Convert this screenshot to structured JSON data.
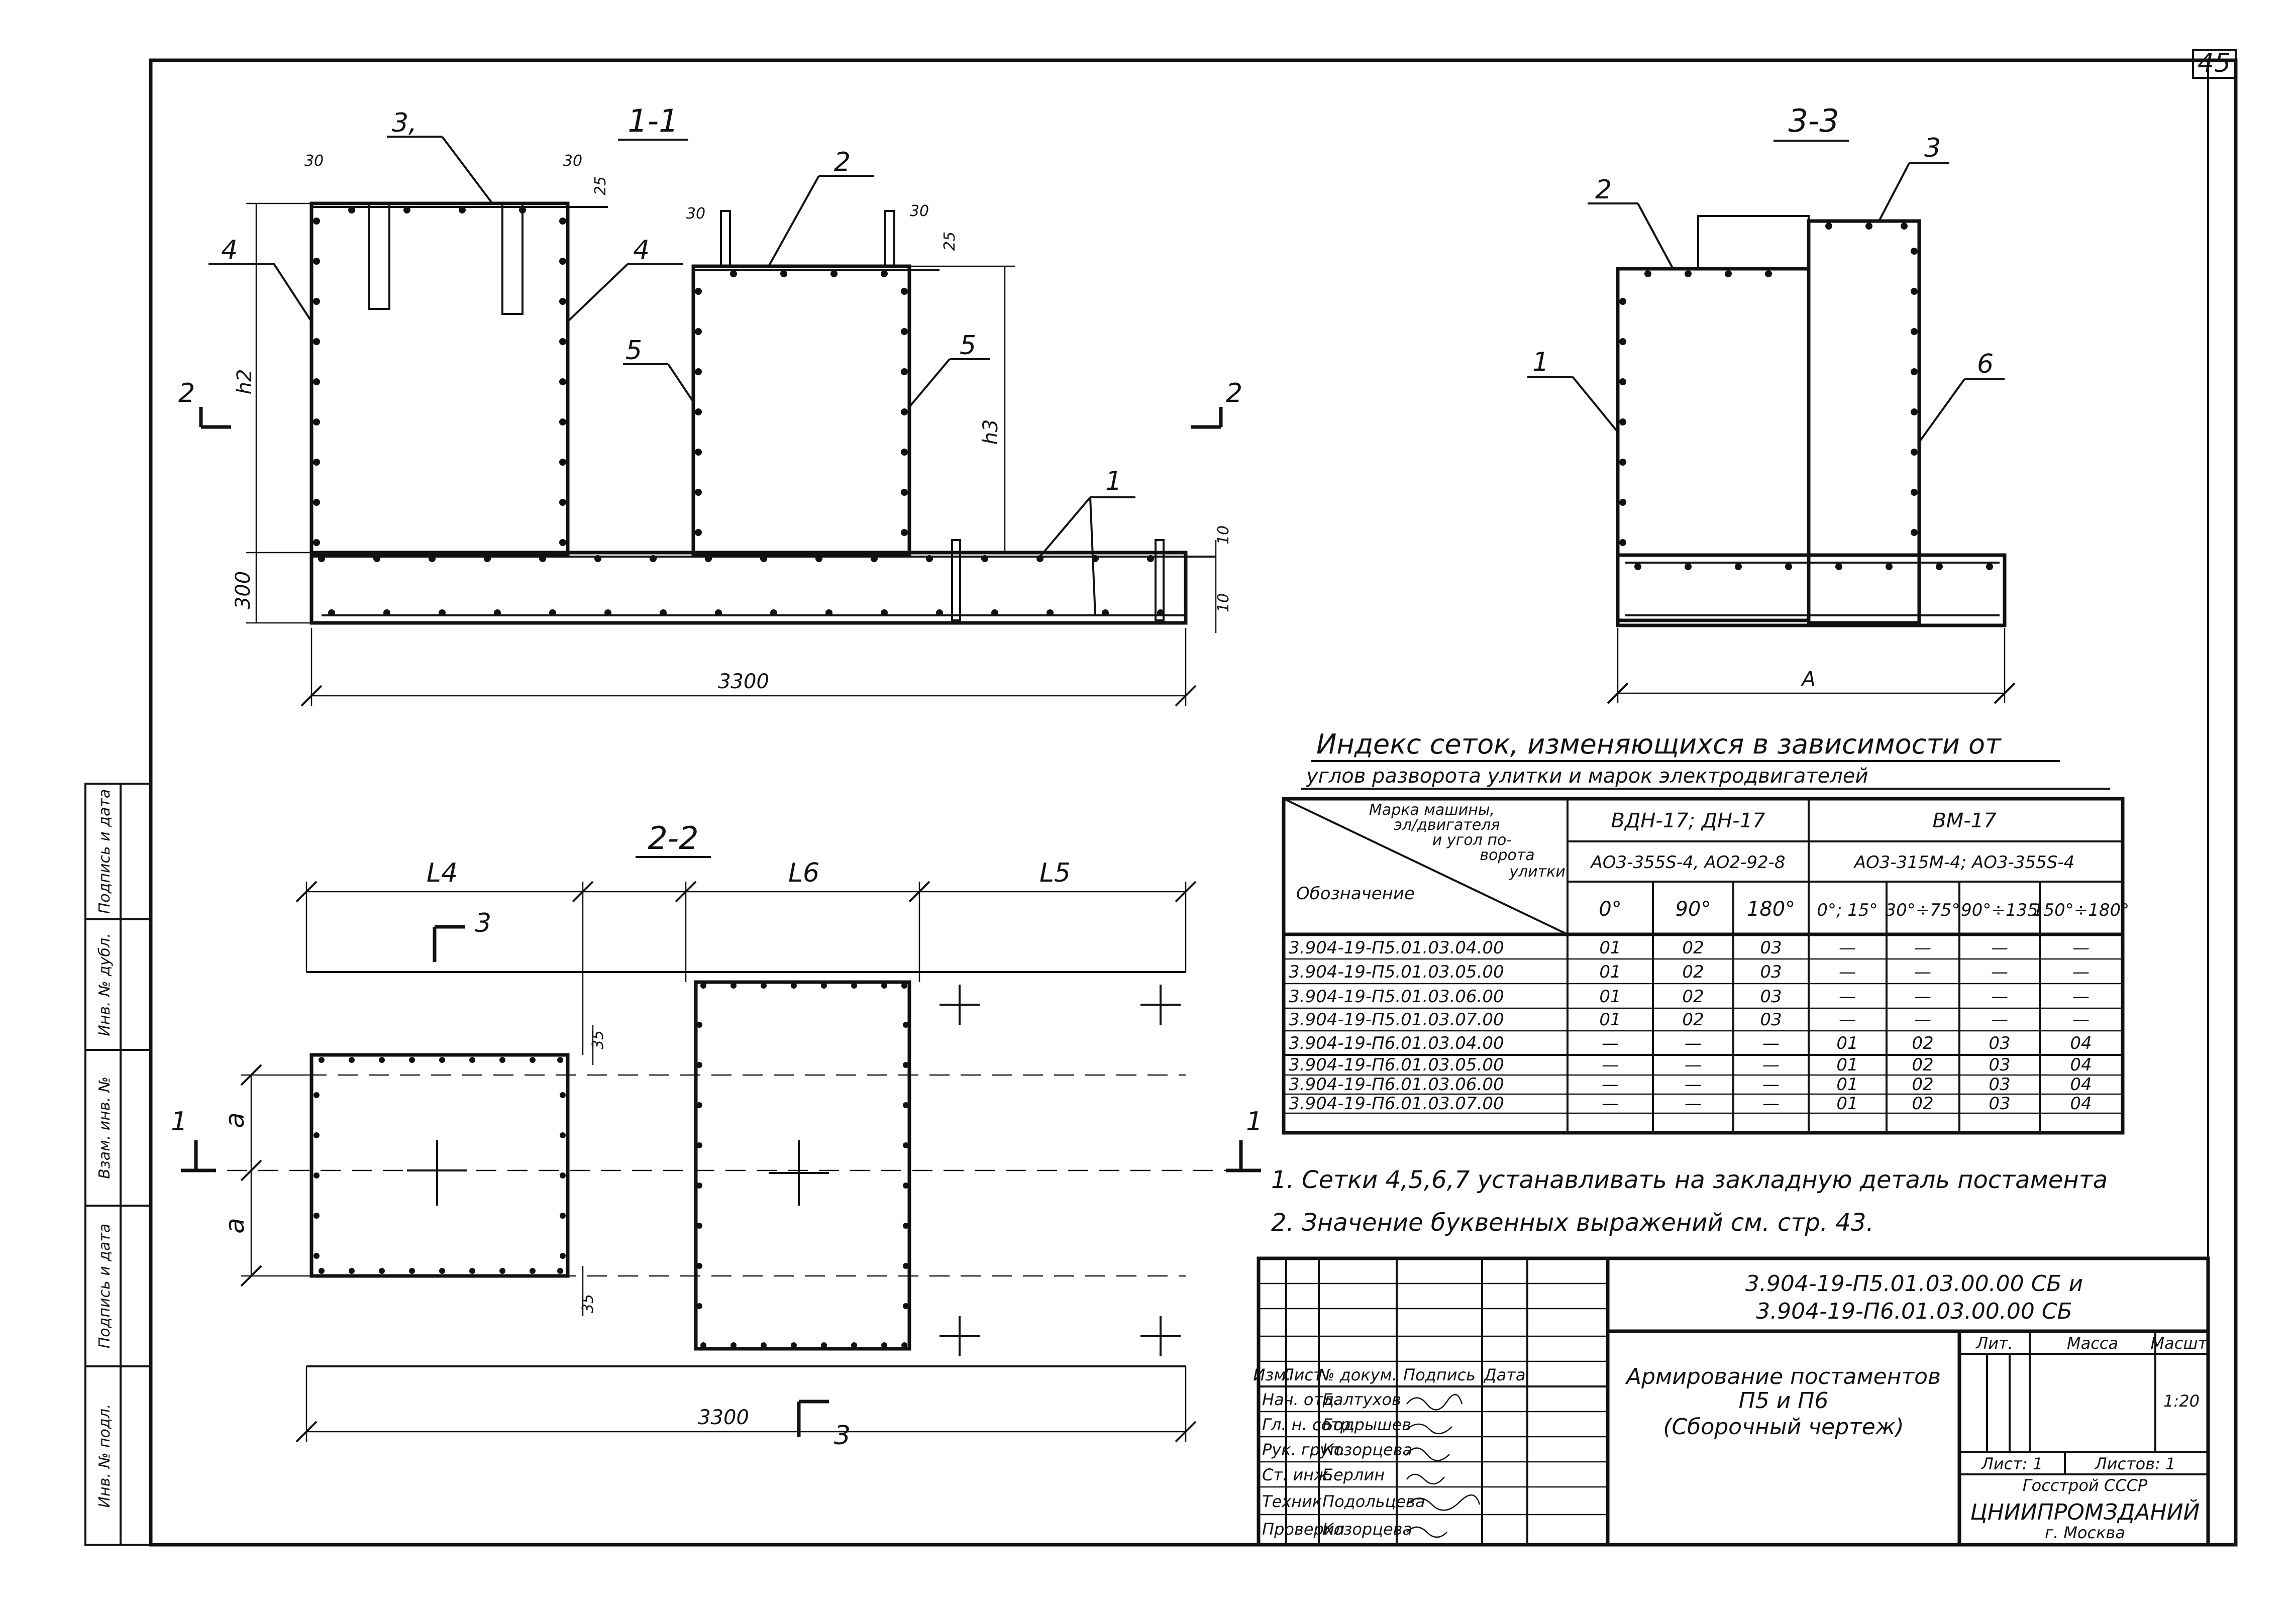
{
  "sheet": {
    "number": "45"
  },
  "section_1_1": {
    "title": "1-1",
    "callouts": {
      "c1": "1",
      "c2": "2",
      "c3": "3,",
      "c4a": "4",
      "c4b": "4",
      "c5a": "5",
      "c5b": "5"
    },
    "dims": {
      "d30a": "30",
      "d30b": "30",
      "d30c": "30",
      "d30d": "30",
      "d25a": "25",
      "d25b": "25",
      "d300": "300",
      "d10a": "10",
      "d10b": "10",
      "h2": "h2",
      "h3": "h3",
      "overall": "3300"
    },
    "cut_marks": {
      "left": "2",
      "right": "2"
    }
  },
  "section_3_3": {
    "title": "3-3",
    "callouts": {
      "c1": "1",
      "c2": "2",
      "c3": "3",
      "c6": "6"
    },
    "dims": {
      "width": "A"
    }
  },
  "section_2_2": {
    "title": "2-2",
    "dims": {
      "l4": "L4",
      "l6": "L6",
      "l5": "L5",
      "d35a": "35",
      "d35b": "35",
      "a1": "a",
      "a2": "a",
      "overall": "3300"
    },
    "cut_marks": {
      "top": "3",
      "bottom": "3",
      "left": "1",
      "right": "1"
    }
  },
  "table": {
    "title_line1": "Индекс сеток, изменяющихся в зависимости от",
    "title_line2": "углов разворота улитки и марок электродвигателей",
    "corner_line1": "Марка машины,",
    "corner_line2": "эл/двигателя",
    "corner_line3": "и угол по-",
    "corner_line4": "ворота",
    "corner_line5": "улитки",
    "corner_designation": "Обозначение",
    "group_vdn": "ВДН-17; ДН-17",
    "group_vm": "ВМ-17",
    "motor_vdn": "АО3-355S-4, АО2-92-8",
    "motor_vm": "АО3-315М-4; АО3-355S-4",
    "angles": [
      "0°",
      "90°",
      "180°",
      "0°; 15°",
      "30°÷75°",
      "90°÷135",
      "150°÷180°"
    ],
    "rows": [
      {
        "code": "3.904-19-П5.01.03.04.00",
        "cells": [
          "01",
          "02",
          "03",
          "—",
          "—",
          "—",
          "—"
        ]
      },
      {
        "code": "3.904-19-П5.01.03.05.00",
        "cells": [
          "01",
          "02",
          "03",
          "—",
          "—",
          "—",
          "—"
        ]
      },
      {
        "code": "3.904-19-П5.01.03.06.00",
        "cells": [
          "01",
          "02",
          "03",
          "—",
          "—",
          "—",
          "—"
        ]
      },
      {
        "code": "3.904-19-П5.01.03.07.00",
        "cells": [
          "01",
          "02",
          "03",
          "—",
          "—",
          "—",
          "—"
        ]
      },
      {
        "code": "3.904-19-П6.01.03.04.00",
        "cells": [
          "—",
          "—",
          "—",
          "01",
          "02",
          "03",
          "04"
        ]
      },
      {
        "code": "3.904-19-П6.01.03.05.00",
        "cells": [
          "—",
          "—",
          "—",
          "01",
          "02",
          "03",
          "04"
        ]
      },
      {
        "code": "3.904-19-П6.01.03.06.00",
        "cells": [
          "—",
          "—",
          "—",
          "01",
          "02",
          "03",
          "04"
        ]
      },
      {
        "code": "3.904-19-П6.01.03.07.00",
        "cells": [
          "—",
          "—",
          "—",
          "01",
          "02",
          "03",
          "04"
        ]
      }
    ]
  },
  "notes": [
    "1. Сетки 4,5,6,7 устанавливать на закладную деталь постамента",
    "2. Значение буквенных выражений см. стр. 43."
  ],
  "title_block": {
    "code_line1": "3.904-19-П5.01.03.00.00 СБ и",
    "code_line2": "3.904-19-П6.01.03.00.00 СБ",
    "name_line1": "Армирование постаментов",
    "name_line2": "П5 и П6",
    "name_line3": "(Сборочный чертеж)",
    "col_lit": "Лит.",
    "col_mass": "Масса",
    "col_scale": "Масшт.",
    "scale": "1:20",
    "sheet": "Лист: 1",
    "sheets": "Листов: 1",
    "org_line1": "Госстрой СССР",
    "org_line2": "ЦНИИПРОМЗДАНИЙ",
    "org_line3": "г. Москва",
    "header": [
      "Изм.",
      "Лист",
      "№ докум.",
      "Подпись",
      "Дата"
    ],
    "roles": [
      {
        "role": "Нач. отд.",
        "name": "Балтухов"
      },
      {
        "role": "Гл. н. сотр.",
        "name": "Бодрышев"
      },
      {
        "role": "Рук. груп.",
        "name": "Козорцева"
      },
      {
        "role": "Ст. инж.",
        "name": "Берлин"
      },
      {
        "role": "Техник",
        "name": "Подольцева"
      },
      {
        "role": "Проверил",
        "name": "Козорцева"
      }
    ]
  },
  "side_stamp": {
    "labels": [
      "Подпись и дата",
      "Инв. № дубл.",
      "Взам. инв. №",
      "Подпись и дата",
      "Инв. № подл."
    ]
  }
}
